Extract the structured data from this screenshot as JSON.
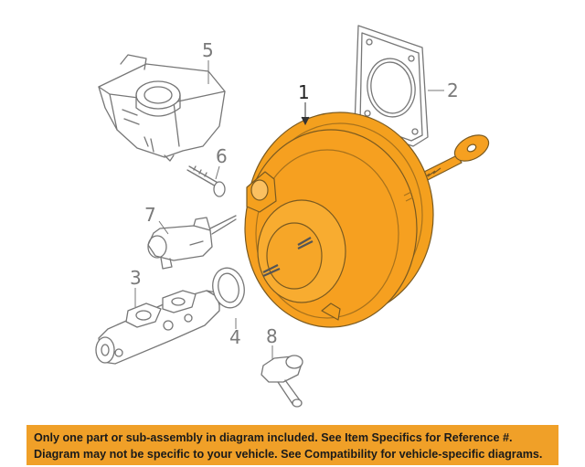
{
  "callouts": [
    "1",
    "2",
    "3",
    "4",
    "5",
    "6",
    "7",
    "8"
  ],
  "highlight_color": "#f6a020",
  "banner": {
    "line1": "Only one part or sub-assembly in diagram included. See Item Specifics for Reference #.",
    "line2": "Diagram may not be specific to your vehicle. See Compatibility for vehicle-specific diagrams.",
    "background": "#f0a028"
  }
}
